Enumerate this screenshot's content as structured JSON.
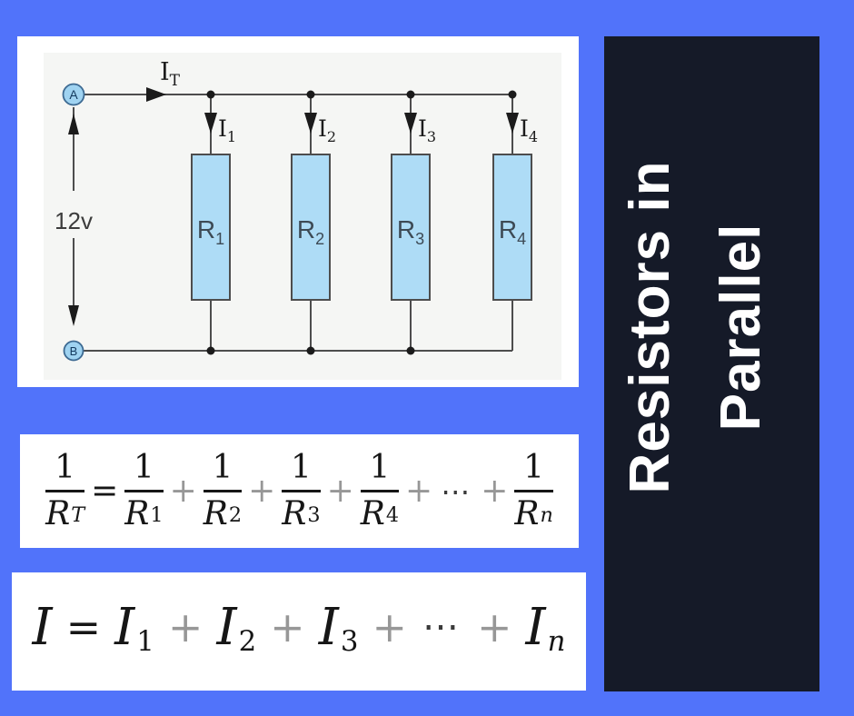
{
  "page": {
    "background_color": "#5173fa"
  },
  "title_panel": {
    "background_color": "#151a28",
    "text_color": "#ffffff",
    "line1": "Resistors in",
    "line2": "Parallel"
  },
  "circuit": {
    "voltage_label": "12v",
    "node_a_label": "A",
    "node_b_label": "B",
    "total_current": {
      "base": "I",
      "sub": "T"
    },
    "branches": [
      {
        "current_base": "I",
        "current_sub": "1",
        "resistor_base": "R",
        "resistor_sub": "1"
      },
      {
        "current_base": "I",
        "current_sub": "2",
        "resistor_base": "R",
        "resistor_sub": "2"
      },
      {
        "current_base": "I",
        "current_sub": "3",
        "resistor_base": "R",
        "resistor_sub": "3"
      },
      {
        "current_base": "I",
        "current_sub": "4",
        "resistor_base": "R",
        "resistor_sub": "4"
      }
    ],
    "resistor_fill": "#aedcf6",
    "node_fill": "#9fd3f1",
    "wire_color": "#4d4d4d"
  },
  "resistance_formula": {
    "lhs": {
      "num": "1",
      "den_base": "R",
      "den_sub": "T"
    },
    "equals": "=",
    "plus": "+",
    "dots": "⋯",
    "terms": [
      {
        "num": "1",
        "den_base": "R",
        "den_sub": "1"
      },
      {
        "num": "1",
        "den_base": "R",
        "den_sub": "2"
      },
      {
        "num": "1",
        "den_base": "R",
        "den_sub": "3"
      },
      {
        "num": "1",
        "den_base": "R",
        "den_sub": "4"
      },
      {
        "num": "1",
        "den_base": "R",
        "den_sub": "n"
      }
    ]
  },
  "current_formula": {
    "lhs": "I",
    "equals": "=",
    "plus": "+",
    "dots": "⋯",
    "terms": [
      {
        "base": "I",
        "sub": "1"
      },
      {
        "base": "I",
        "sub": "2"
      },
      {
        "base": "I",
        "sub": "3"
      },
      {
        "base": "I",
        "sub": "n"
      }
    ]
  }
}
